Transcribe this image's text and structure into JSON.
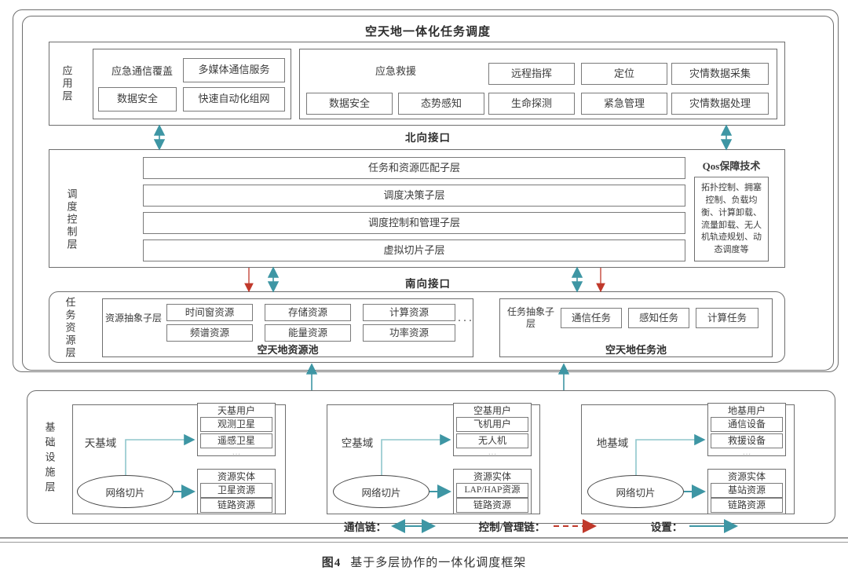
{
  "figure": {
    "caption_number": "图4",
    "caption_text": "基于多层协作的一体化调度框架",
    "title": "空天地一体化任务调度"
  },
  "application_layer": {
    "layer_label": "应用层",
    "group_left": {
      "heading": "应急通信覆盖",
      "items": [
        "多媒体通信服务",
        "数据安全",
        "快速自动化组网"
      ]
    },
    "group_right": {
      "heading": "应急救援",
      "top_items": [
        "远程指挥",
        "定位",
        "灾情数据采集"
      ],
      "bottom_items": [
        "数据安全",
        "态势感知",
        "生命探测",
        "紧急管理",
        "灾情数据处理"
      ]
    }
  },
  "interfaces": {
    "north": "北向接口",
    "south": "南向接口"
  },
  "control_layer": {
    "layer_label": "调度控制层",
    "sublayers": [
      "任务和资源匹配子层",
      "调度决策子层",
      "调度控制和管理子层",
      "虚拟切片子层"
    ],
    "qos": {
      "title": "Qos保障技术",
      "body": "拓扑控制、拥塞控制、负载均衡、计算卸载、流量卸载、无人机轨迹规划、动态调度等"
    }
  },
  "resource_layer": {
    "layer_label": "任务资源层",
    "resource_pool": {
      "abstract_label": "资源抽象子层",
      "row1": [
        "时间窗资源",
        "存储资源",
        "计算资源"
      ],
      "row2": [
        "频谱资源",
        "能量资源",
        "功率资源"
      ],
      "more": "···",
      "pool_name": "空天地资源池"
    },
    "task_pool": {
      "abstract_label": "任务抽象子层",
      "items": [
        "通信任务",
        "感知任务",
        "计算任务"
      ],
      "pool_name": "空天地任务池"
    }
  },
  "infrastructure_layer": {
    "layer_label": "基础设施层",
    "domains": [
      {
        "name": "天基域",
        "slice": "网络切片",
        "users": {
          "title": "天基用户",
          "items": [
            "观测卫星",
            "遥感卫星"
          ],
          "more": "…"
        },
        "resources": {
          "title": "资源实体",
          "items": [
            "卫星资源",
            "链路资源"
          ]
        }
      },
      {
        "name": "空基域",
        "slice": "网络切片",
        "users": {
          "title": "空基用户",
          "items": [
            "飞机用户",
            "无人机"
          ],
          "more": "…"
        },
        "resources": {
          "title": "资源实体",
          "items": [
            "LAP/HAP资源",
            "链路资源"
          ]
        }
      },
      {
        "name": "地基域",
        "slice": "网络切片",
        "users": {
          "title": "地基用户",
          "items": [
            "通信设备",
            "救援设备"
          ],
          "more": "…"
        },
        "resources": {
          "title": "资源实体",
          "items": [
            "基站资源",
            "链路资源"
          ]
        }
      }
    ]
  },
  "legend": {
    "items": [
      {
        "label": "通信链：",
        "style": "bidirectional-teal",
        "color": "#3e96a4"
      },
      {
        "label": "控制/管理链：",
        "style": "dashed-red",
        "color": "#c0392b"
      },
      {
        "label": "设置：",
        "style": "arrow-teal",
        "color": "#3e96a4"
      }
    ]
  },
  "colors": {
    "teal": "#3e96a4",
    "red": "#c0392b",
    "border": "#6e6e6e",
    "text": "#3b3b3b"
  }
}
